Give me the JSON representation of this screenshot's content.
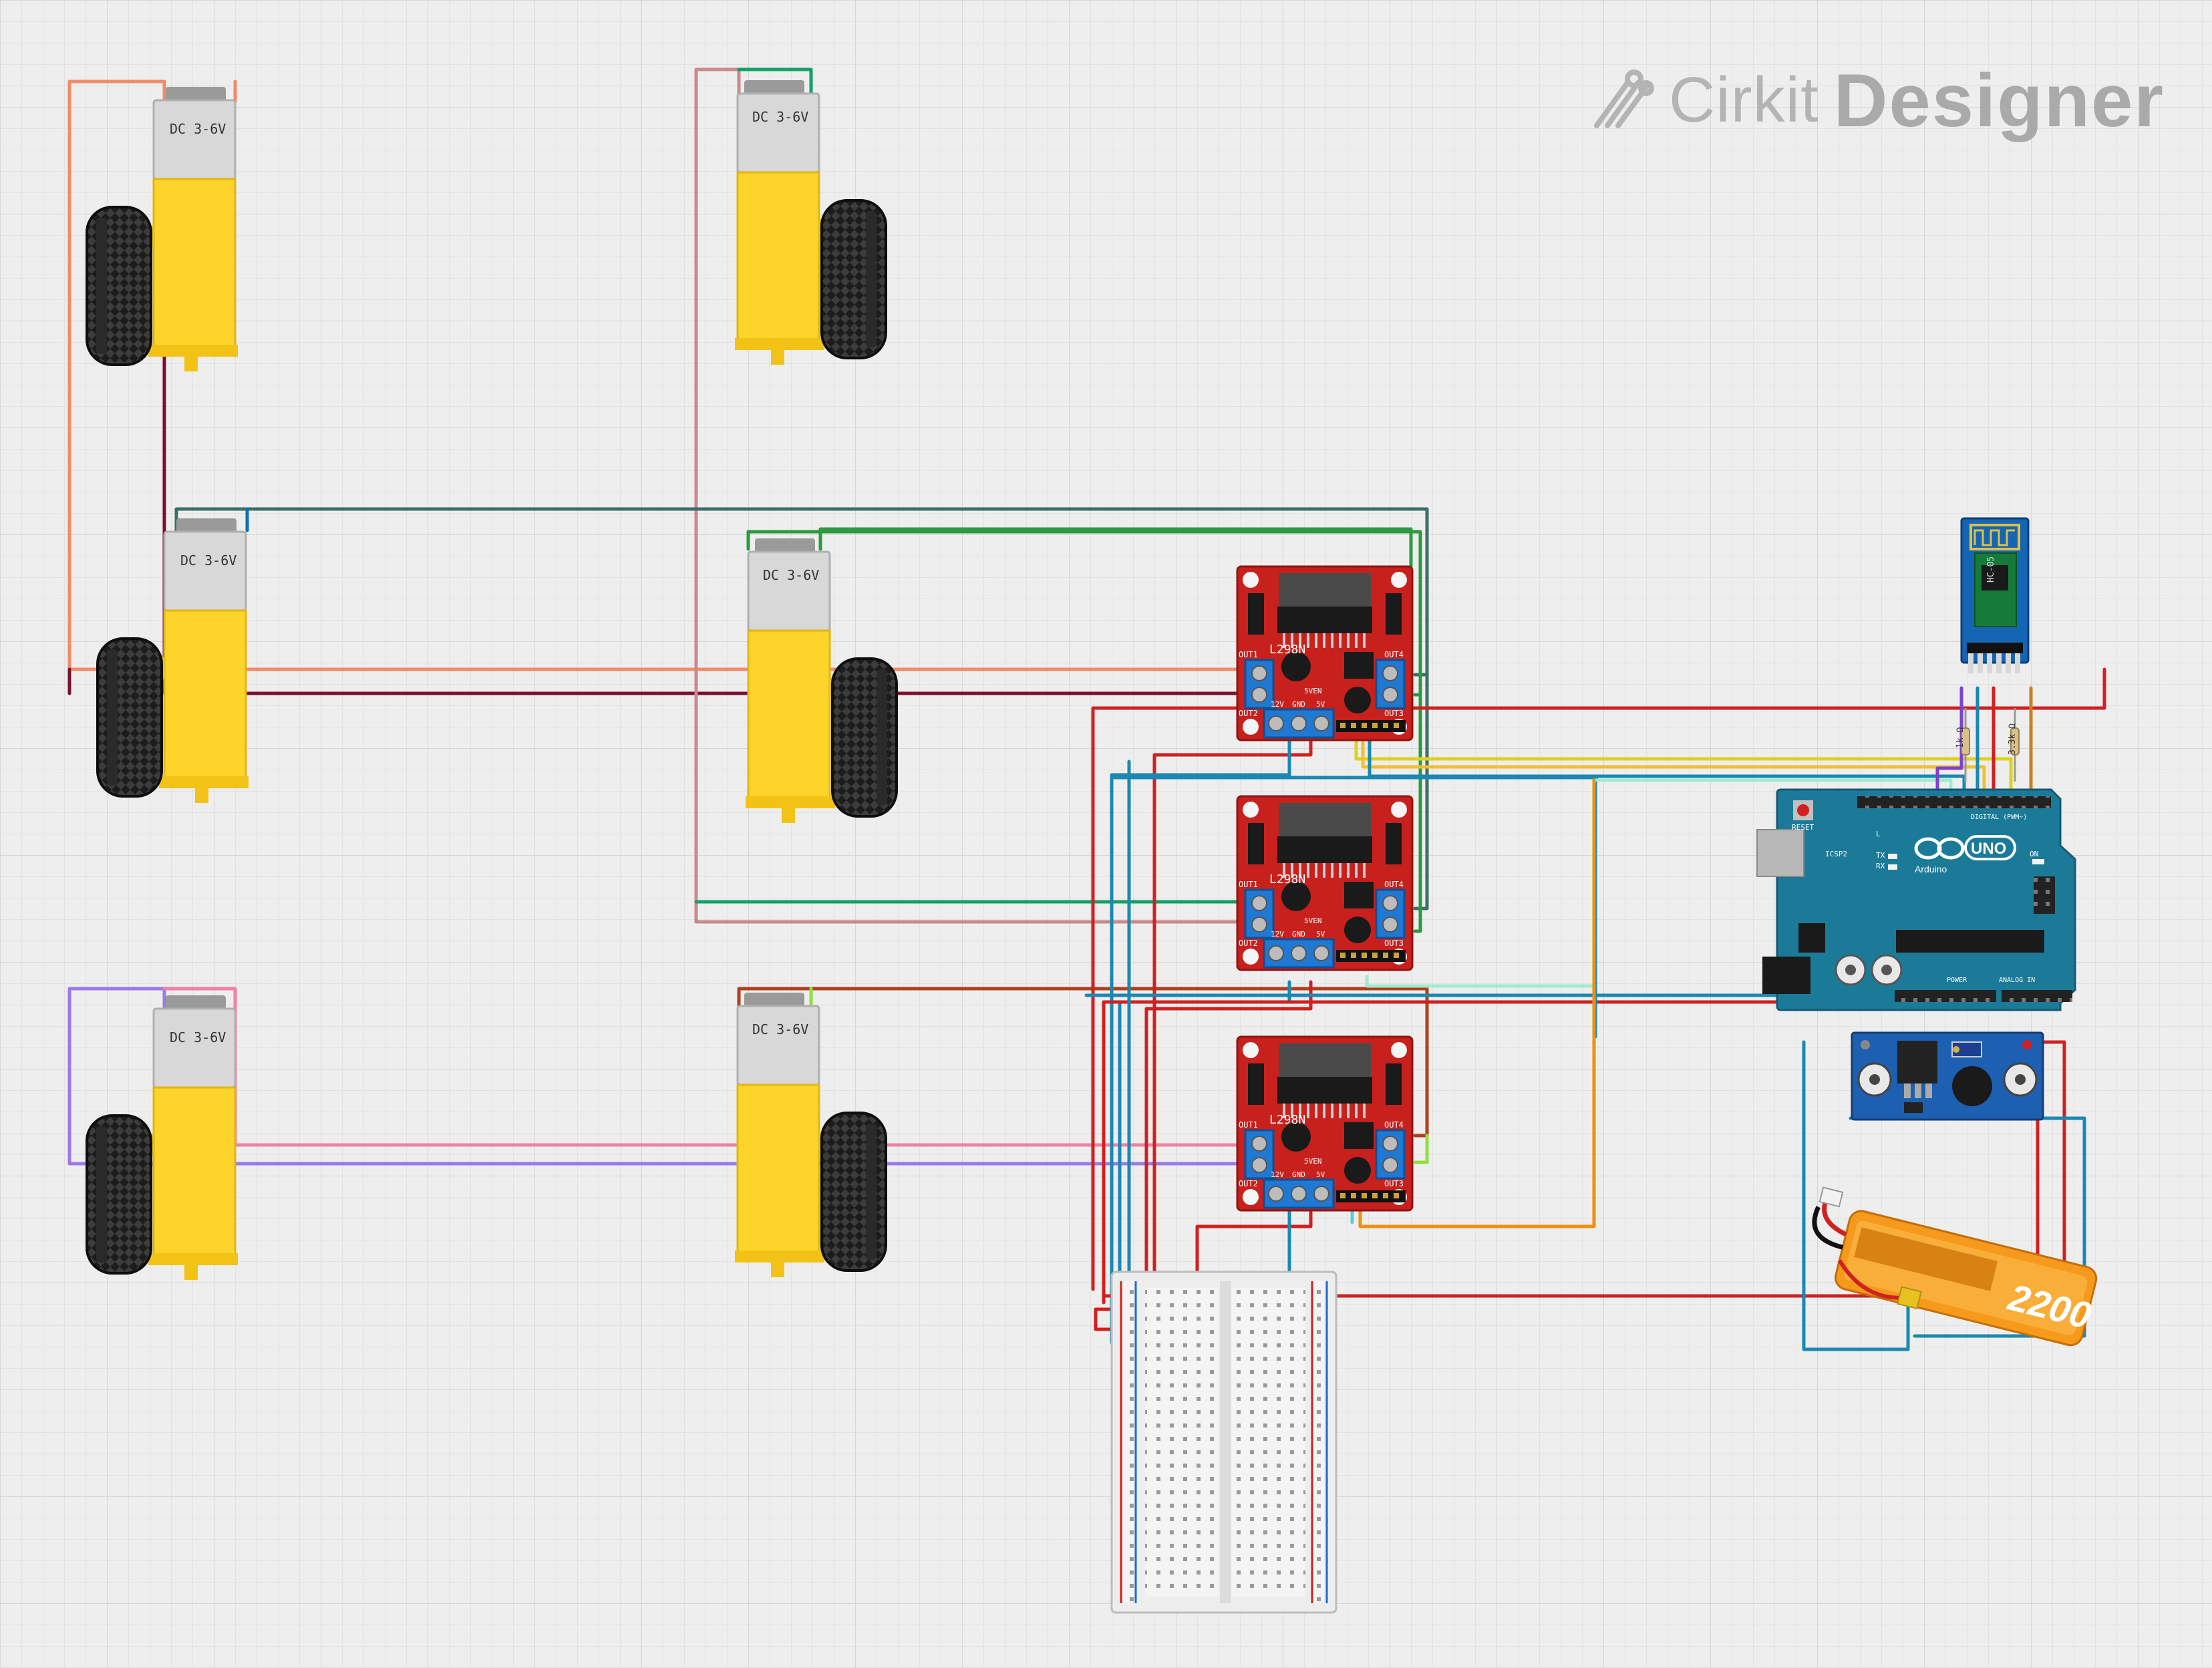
{
  "brand": {
    "name": "Cirkit",
    "product": "Designer"
  },
  "motors": [
    {
      "id": "m1",
      "label": "DC 3-6V"
    },
    {
      "id": "m2",
      "label": "DC 3-6V"
    },
    {
      "id": "m3",
      "label": "DC 3-6V"
    },
    {
      "id": "m4",
      "label": "DC 3-6V"
    },
    {
      "id": "m5",
      "label": "DC 3-6V"
    },
    {
      "id": "m6",
      "label": "DC 3-6V"
    }
  ],
  "drivers": [
    {
      "id": "d1",
      "chip": "L298N"
    },
    {
      "id": "d2",
      "chip": "L298N"
    },
    {
      "id": "d3",
      "chip": "L298N"
    }
  ],
  "driver_labels": {
    "out1": "OUT1",
    "out2": "OUT2",
    "out3": "OUT3",
    "out4": "OUT4",
    "v12": "12V",
    "gnd": "GND",
    "v5": "5V",
    "en": "5VEN"
  },
  "arduino": {
    "brand": "Arduino",
    "model": "UNO",
    "reset": "RESET",
    "icsp": "ICSP2",
    "on": "ON",
    "tx": "TX",
    "rx": "RX",
    "l": "L",
    "digital": "DIGITAL (PWM~)",
    "analog": "ANALOG IN",
    "power": "POWER"
  },
  "bluetooth": {
    "model": "HC-05"
  },
  "resistors": [
    {
      "value": "1k Ω"
    },
    {
      "value": "3.3k Ω"
    }
  ],
  "battery": {
    "capacity": "2200"
  },
  "colors": {
    "driver": "#c8201c",
    "terminal": "#1f78d1",
    "arduino": "#1c7a99",
    "motor": "#fcd42a",
    "buck": "#1d5fb0",
    "battery": "#f59a1c",
    "bt": "#1565b5"
  }
}
